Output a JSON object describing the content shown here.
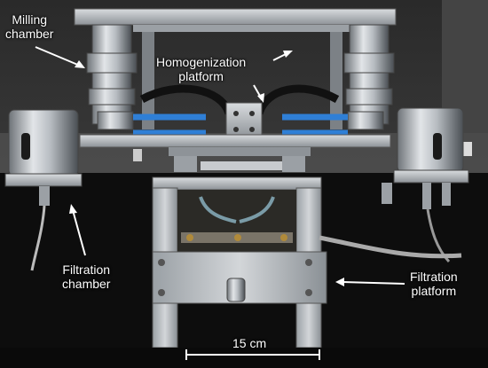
{
  "labels": {
    "milling_chamber": [
      "Milling",
      "chamber"
    ],
    "homogenization_platform": [
      "Homogenization",
      "platform"
    ],
    "filtration_chamber": [
      "Filtration",
      "chamber"
    ],
    "filtration_platform": [
      "Filtration",
      "platform"
    ]
  },
  "scale_bar": {
    "label": "15 cm"
  },
  "colors": {
    "annotation_text": "#ffffff",
    "background_dark": "#1c1c1c",
    "metal": "#b8bcc0",
    "blue_tubing": "#2f7fd6",
    "black_hose": "#111111",
    "brass": "#b08a3a"
  }
}
